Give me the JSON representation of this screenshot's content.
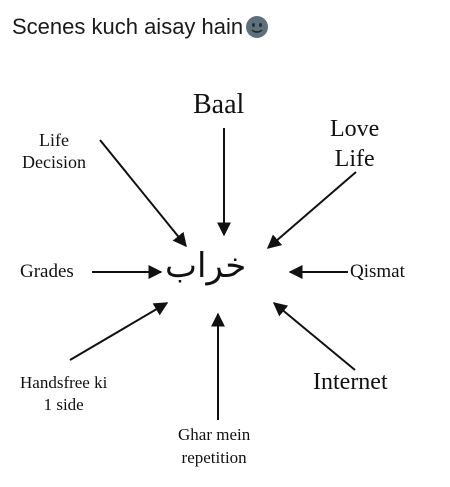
{
  "caption": {
    "text": "Scenes kuch aisay hain",
    "emoji_icon": "neutral-face-emoji"
  },
  "diagram": {
    "center": "خراب",
    "labels": {
      "baal": "Baal",
      "life_decision": [
        "Life",
        "Decision"
      ],
      "love_life": [
        "Love",
        "Life"
      ],
      "grades": "Grades",
      "qismat": "Qismat",
      "handsfree": [
        "Handsfree ki",
        "1 side"
      ],
      "internet": "Internet",
      "ghar": [
        "Ghar mein",
        "repetition"
      ]
    },
    "arrow_color": "#111111"
  }
}
